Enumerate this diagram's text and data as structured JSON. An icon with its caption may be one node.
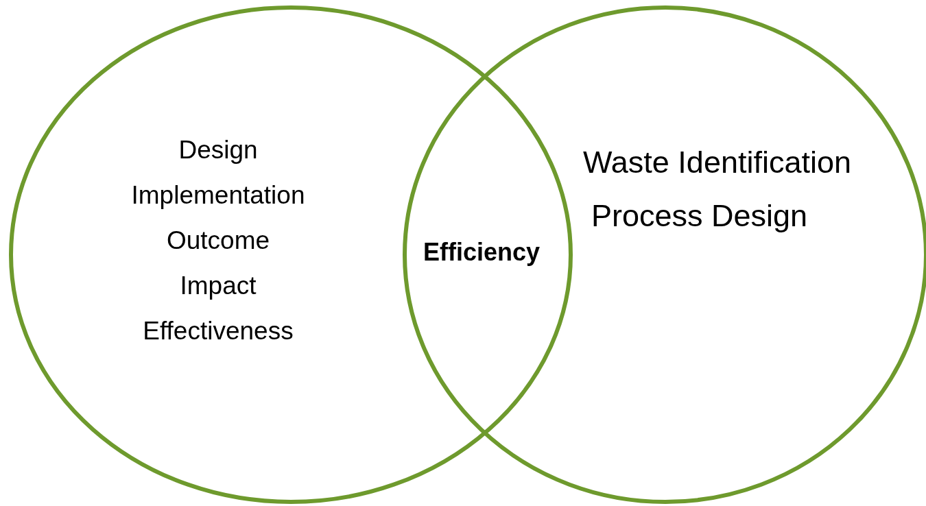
{
  "diagram": {
    "nodes": [
      {
        "text": [
          "Design",
          "Implementation",
          "Outcome",
          "Impact",
          "Effectiveness"
        ]
      },
      {
        "text": [
          "Waste Identification",
          "Process Design"
        ]
      }
    ],
    "labels": [
      "Efficiency"
    ]
  }
}
